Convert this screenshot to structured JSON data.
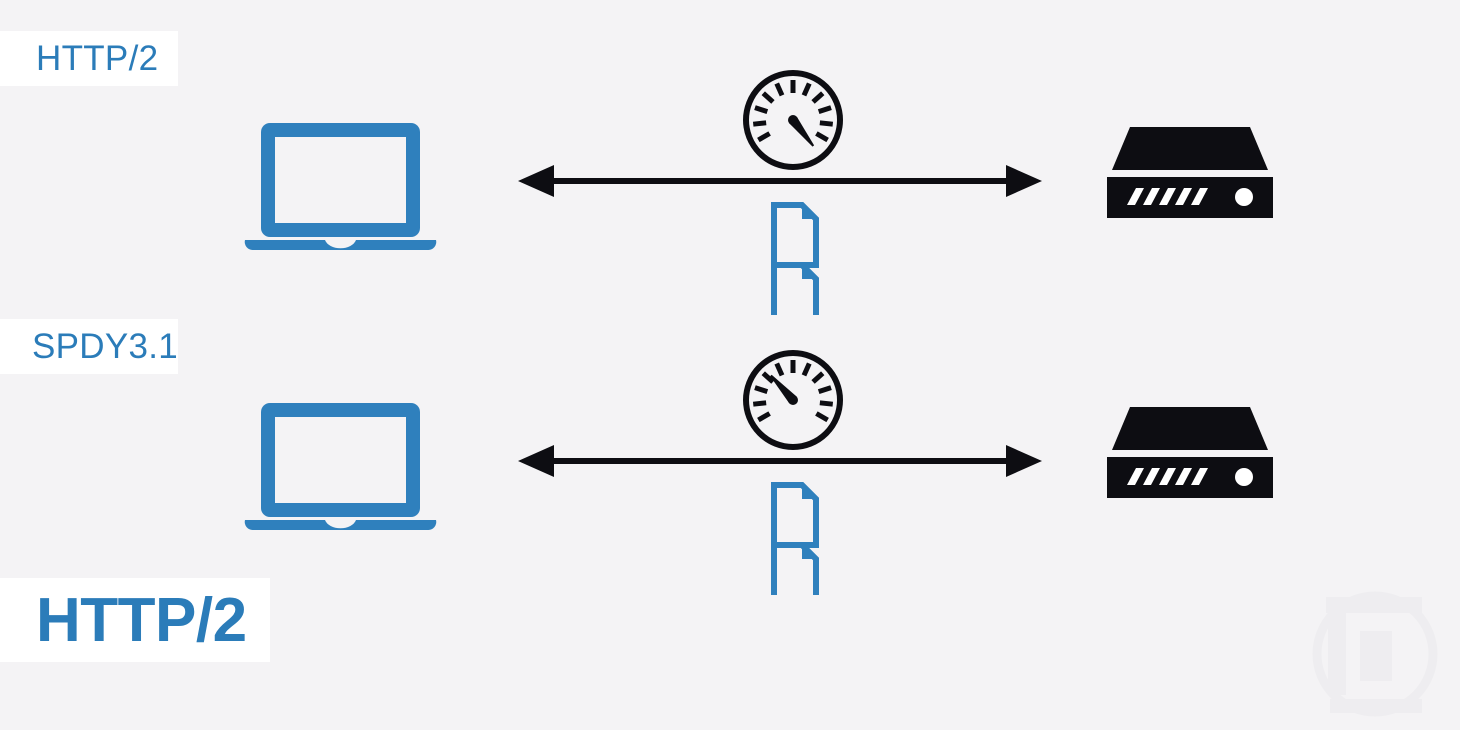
{
  "page": {
    "background_color": "#f4f3f5",
    "accent_blue": "#2f80bd",
    "label_text_blue": "#2b7cb9",
    "icon_black": "#0d0d12",
    "chip_background": "#ffffff"
  },
  "labels": {
    "top_protocol": "HTTP/2",
    "bottom_protocol": "SPDY3.1",
    "title": "HTTP/2"
  },
  "rows": [
    {
      "id": "http2",
      "protocol": "HTTP/2",
      "client_icon": "laptop-icon",
      "server_icon": "server-icon",
      "link_icon": "double-arrow-icon",
      "gauge_icon": "speedometer-icon",
      "gauge_needle_angle_deg": -38,
      "gauge_speed_level": "high",
      "documents": [
        "document-icon",
        "document-icon"
      ],
      "document_count": 2
    },
    {
      "id": "spdy31",
      "protocol": "SPDY3.1",
      "client_icon": "laptop-icon",
      "server_icon": "server-icon",
      "link_icon": "double-arrow-icon",
      "gauge_icon": "speedometer-icon",
      "gauge_needle_angle_deg": -140,
      "gauge_speed_level": "low",
      "documents": [
        "document-icon",
        "document-icon"
      ],
      "document_count": 2
    }
  ],
  "watermark": {
    "name": "watermark-logo"
  }
}
